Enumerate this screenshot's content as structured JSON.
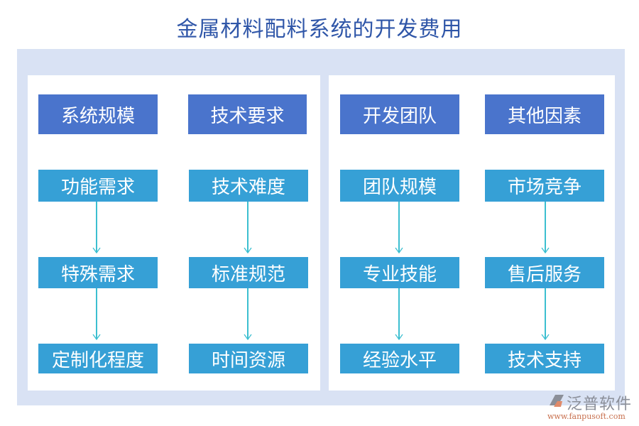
{
  "title": "金属材料配料系统的开发费用",
  "colors": {
    "title": "#2f56a8",
    "outer_bg": "#d9e2f4",
    "panel_bg": "#ffffff",
    "header_box": "#4a74cc",
    "sub_box": "#36a0d6",
    "arrow": "#3cbfd0"
  },
  "columns": [
    {
      "header": "系统规模",
      "items": [
        "功能需求",
        "特殊需求",
        "定制化程度"
      ]
    },
    {
      "header": "技术要求",
      "items": [
        "技术难度",
        "标准规范",
        "时间资源"
      ]
    },
    {
      "header": "开发团队",
      "items": [
        "团队规模",
        "专业技能",
        "经验水平"
      ]
    },
    {
      "header": "其他因素",
      "items": [
        "市场竞争",
        "售后服务",
        "技术支持"
      ]
    }
  ],
  "watermark": {
    "brand": "泛普软件",
    "url": "www.fanpusoft.com"
  }
}
